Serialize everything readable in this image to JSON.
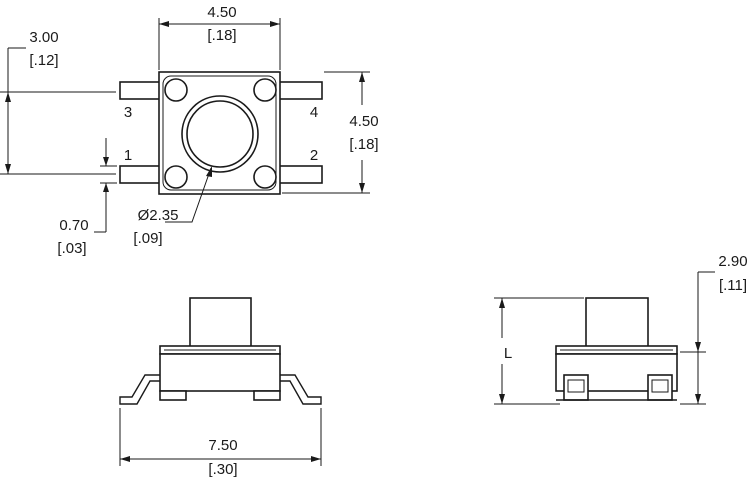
{
  "top_view": {
    "width_mm": "4.50",
    "width_in": "[.18]",
    "height_mm": "4.50",
    "height_in": "[.18]",
    "pitch_mm": "3.00",
    "pitch_in": "[.12]",
    "pin_w_mm": "0.70",
    "pin_w_in": "[.03]",
    "diameter_mm": "Ø2.35",
    "diameter_in": "[.09]",
    "pins": [
      "1",
      "2",
      "3",
      "4"
    ]
  },
  "front_view": {
    "length_mm": "7.50",
    "length_in": "[.30]"
  },
  "side_view": {
    "height_label": "L",
    "base_mm": "2.90",
    "base_in": "[.11]"
  }
}
